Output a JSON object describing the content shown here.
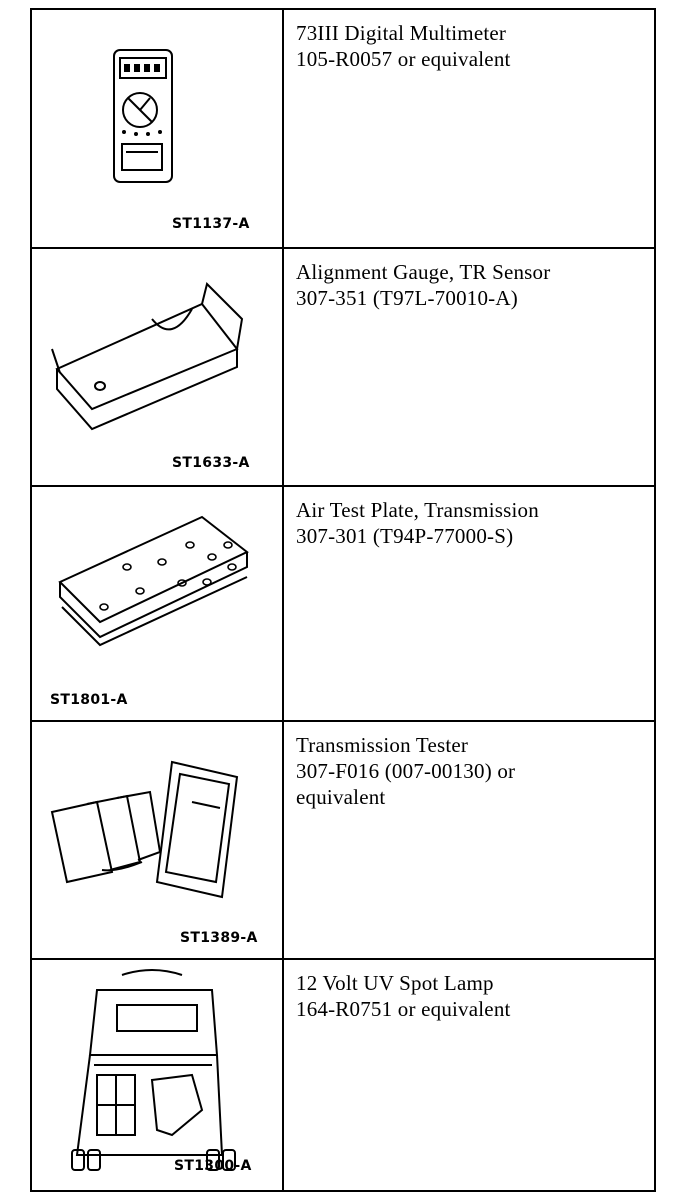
{
  "tools": [
    {
      "label": "ST1137-A",
      "icon": "digital-multimeter-icon",
      "lines": [
        "73III Digital Multimeter",
        "105-R0057 or equivalent"
      ]
    },
    {
      "label": "ST1633-A",
      "icon": "alignment-gauge-icon",
      "lines": [
        "Alignment Gauge, TR Sensor",
        "307-351 (T97L-70010-A)"
      ]
    },
    {
      "label": "ST1801-A",
      "icon": "air-test-plate-icon",
      "lines": [
        "Air Test Plate, Transmission",
        "307-301 (T94P-77000-S)"
      ]
    },
    {
      "label": "ST1389-A",
      "icon": "transmission-tester-icon",
      "lines": [
        "Transmission Tester",
        "307-F016 (007-00130) or",
        "equivalent"
      ]
    },
    {
      "label": "ST1300-A",
      "icon": "uv-spot-lamp-kit-icon",
      "lines": [
        "12 Volt UV Spot Lamp",
        "164-R0751 or equivalent"
      ]
    }
  ]
}
